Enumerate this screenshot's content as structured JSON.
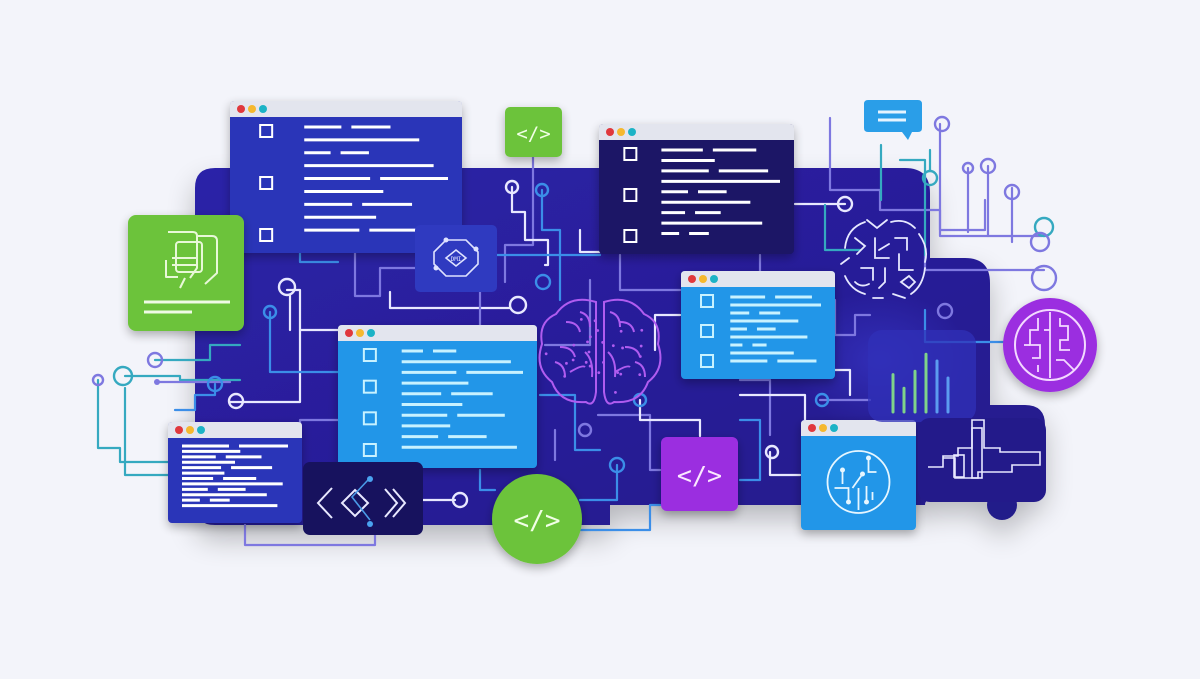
{
  "illustration": {
    "title": "",
    "theme": "AI / coding circuit-board concept art",
    "colors": {
      "background": "#f3f4fa",
      "board": "#2b1f9e",
      "board_dark": "#1e1470",
      "window_royal": "#2a34b8",
      "window_navy": "#1a1566",
      "window_sky": "#2196e8",
      "titlebar": "#e3e5ee",
      "dot_red": "#e0383e",
      "dot_yellow": "#f5b82e",
      "dot_teal": "#1fb3c6",
      "accent_green": "#6cc33a",
      "accent_purple": "#9b2fe0",
      "accent_violet_brain": "#b05cf0",
      "trace_blue": "#3b8ee8",
      "trace_teal": "#35a9c0",
      "trace_lavender": "#7e78e0",
      "trace_white": "#e8e8ff",
      "chart_green": "#7fd38a",
      "chart_blue": "#5c9cf0"
    },
    "badges": {
      "code_tag_glyph": "</>",
      "chip_glyph": "DMI"
    },
    "bar_mini_chart": {
      "values": [
        0.55,
        0.35,
        0.6,
        0.85,
        0.75,
        0.5
      ]
    },
    "windows": [
      {
        "name": "code-window-top-left",
        "theme": "royal",
        "checkbox_rows": 3
      },
      {
        "name": "code-window-top-center",
        "theme": "navy",
        "checkbox_rows": 3
      },
      {
        "name": "code-window-center",
        "theme": "sky",
        "checkbox_rows": 4
      },
      {
        "name": "code-window-right",
        "theme": "sky",
        "checkbox_rows": 3
      },
      {
        "name": "code-window-bottom-left",
        "theme": "royal",
        "checkbox_rows": 0
      },
      {
        "name": "ai-window-bottom-right",
        "theme": "sky",
        "checkbox_rows": 0
      }
    ]
  }
}
